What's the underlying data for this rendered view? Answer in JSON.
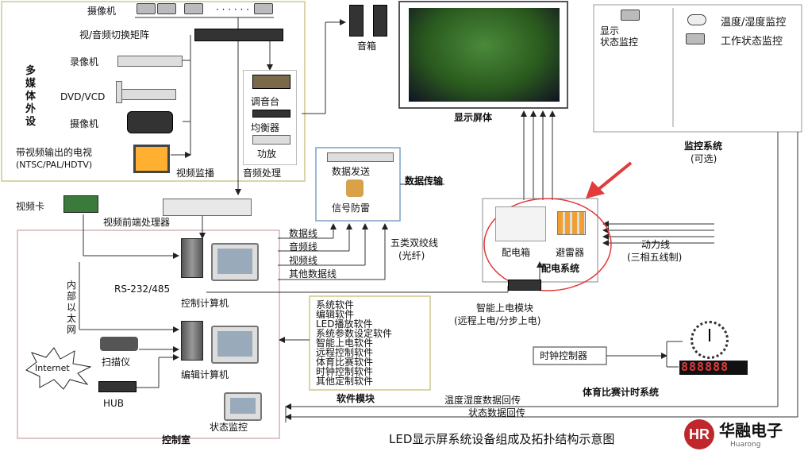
{
  "colors": {
    "panel_border": "#cfc78a",
    "line": "#333333",
    "highlight": "#e23b3b",
    "arrow": "#e23b3b",
    "brand_red": "#c0272d"
  },
  "left_panel": {
    "camera_label": "摄像机",
    "matrix_label": "视/音频切换矩阵",
    "recorder_label": "录像机",
    "dvd_label": "DVD/VCD",
    "camera2_label": "摄像机",
    "tv_label_1": "带视频输出的电视",
    "tv_label_2": "(NTSC/PAL/HDTV)",
    "multimedia_label": "多媒体外设",
    "video_monitor_label": "视频监播",
    "mixer_label": "调音台",
    "equalizer_label": "均衡器",
    "amplifier_label": "功放",
    "audio_processing_label": "音频处理"
  },
  "speaker_label": "音箱",
  "display_label": "显示屏体",
  "monitoring": {
    "display_status": "显示\n状态监控",
    "temp_humidity": "温度/湿度监控",
    "work_status": "工作状态监控",
    "title": "监控系统",
    "subtitle": "(可选)"
  },
  "data_transfer": {
    "send_label": "数据发送",
    "lightning_label": "信号防雷",
    "title": "数据传输"
  },
  "video_card_label": "视频卡",
  "video_processor_label": "视频前端处理器",
  "cables": {
    "data": "数据线",
    "audio": "音频线",
    "video": "视频线",
    "other": "其他数据线",
    "cat5": "五类双绞线",
    "fiber": "(光纤)"
  },
  "power": {
    "box_label": "配电箱",
    "arrester_label": "避雷器",
    "title": "配电系统",
    "line_label": "动力线",
    "line_sub": "(三相五线制)"
  },
  "control_pc_label": "控制计算机",
  "rs232_label": "RS-232/485",
  "ethernet_label": "内部以太网",
  "smart_power": {
    "title": "智能上电模块",
    "subtitle": "(远程上电/分步上电)"
  },
  "software": {
    "items": [
      "系统软件",
      "编辑软件",
      "LED播放软件",
      "系统参数设定软件",
      "智能上电软件",
      "远程控制软件",
      "体育比赛软件",
      "时钟控制软件",
      "其他定制软件"
    ],
    "title": "软件模块"
  },
  "scanner_label": "扫描仪",
  "internet_label": "Internet",
  "hub_label": "HUB",
  "edit_pc_label": "编辑计算机",
  "status_monitor_label": "状态监控",
  "control_room_label": "控制室",
  "clock_controller_label": "时钟控制器",
  "clock_digits": "888888",
  "sports_timing_label": "体育比赛计时系统",
  "return_temp_label": "温度湿度数据回传",
  "return_status_label": "状态数据回传",
  "caption": "LED显示屏系统设备组成及拓扑结构示意图",
  "brand": {
    "logo_text": "HR",
    "name": "华融电子",
    "pinyin": "Huarong"
  }
}
